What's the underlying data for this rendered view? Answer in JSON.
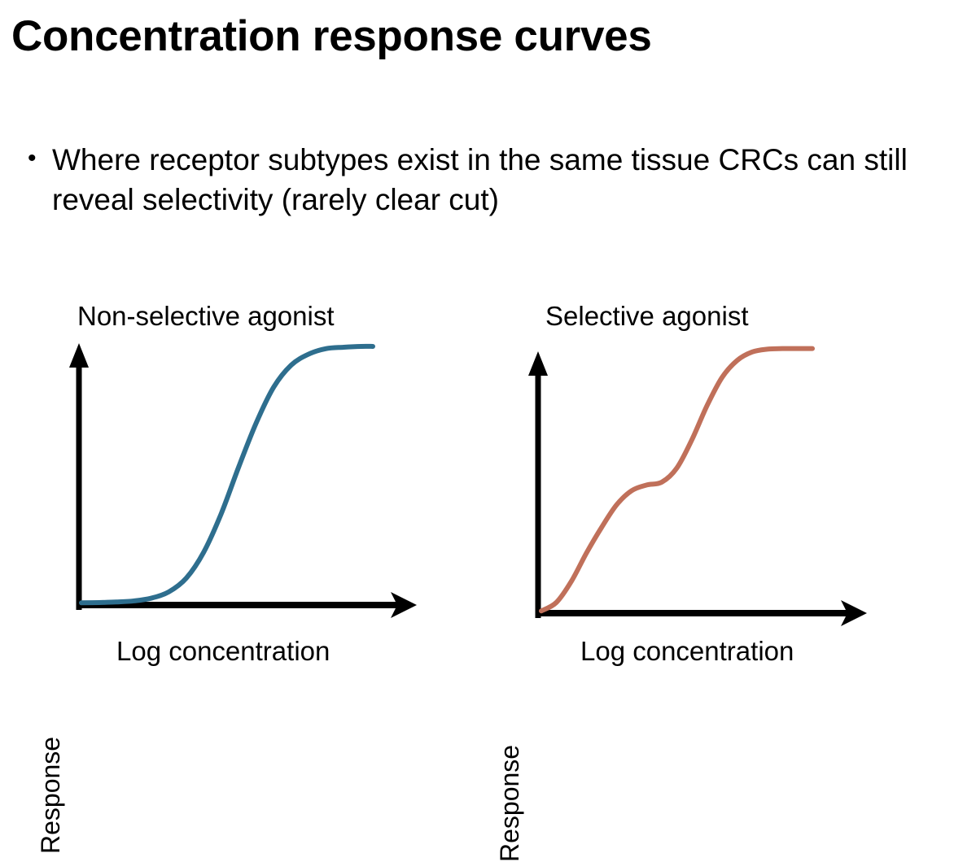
{
  "slide": {
    "title": "Concentration response curves",
    "background_color": "#ffffff",
    "text_color": "#000000",
    "bullets": [
      {
        "marker": "•",
        "text": "Where receptor subtypes exist in the same tissue CRCs can still reveal selectivity (rarely clear cut)"
      }
    ]
  },
  "chart_data": [
    {
      "id": "non-selective",
      "type": "line",
      "title": "Non-selective agonist",
      "xlabel": "Log concentration",
      "ylabel": "Response",
      "series_color": "#2e6e8e",
      "axis_color": "#000000",
      "grid": false,
      "legend": "none",
      "axis_arrows": true,
      "xlim": [
        0,
        10
      ],
      "ylim": [
        0,
        10
      ],
      "x": [
        0.0,
        0.6,
        1.2,
        1.8,
        2.4,
        3.0,
        3.6,
        4.2,
        4.8,
        5.4,
        6.0,
        6.6,
        7.2,
        7.8,
        8.4,
        9.0,
        9.6,
        10.0
      ],
      "y": [
        0.05,
        0.06,
        0.08,
        0.12,
        0.22,
        0.45,
        0.95,
        1.9,
        3.3,
        5.0,
        6.6,
        7.9,
        8.7,
        9.1,
        9.3,
        9.35,
        9.38,
        9.38
      ],
      "shape": "monophasic sigmoid",
      "annotation": "Single sigmoid curve with one plateau"
    },
    {
      "id": "selective",
      "type": "line",
      "title": "Selective agonist",
      "xlabel": "Log concentration",
      "ylabel": "Response",
      "series_color": "#c0705a",
      "axis_color": "#000000",
      "grid": false,
      "legend": "none",
      "axis_arrows": true,
      "xlim": [
        0,
        10
      ],
      "ylim": [
        0,
        10
      ],
      "x": [
        0.0,
        0.5,
        1.0,
        1.5,
        2.0,
        2.5,
        3.0,
        3.5,
        4.0,
        4.5,
        5.0,
        5.5,
        6.0,
        6.5,
        7.0,
        7.5,
        8.0,
        8.5,
        9.0
      ],
      "y": [
        0.05,
        0.35,
        1.1,
        2.1,
        3.0,
        3.8,
        4.3,
        4.5,
        4.6,
        5.1,
        6.1,
        7.3,
        8.3,
        8.9,
        9.2,
        9.3,
        9.32,
        9.32,
        9.32
      ],
      "shape": "biphasic sigmoid",
      "annotation": "Two-step curve with an intermediate shoulder plateau"
    }
  ]
}
